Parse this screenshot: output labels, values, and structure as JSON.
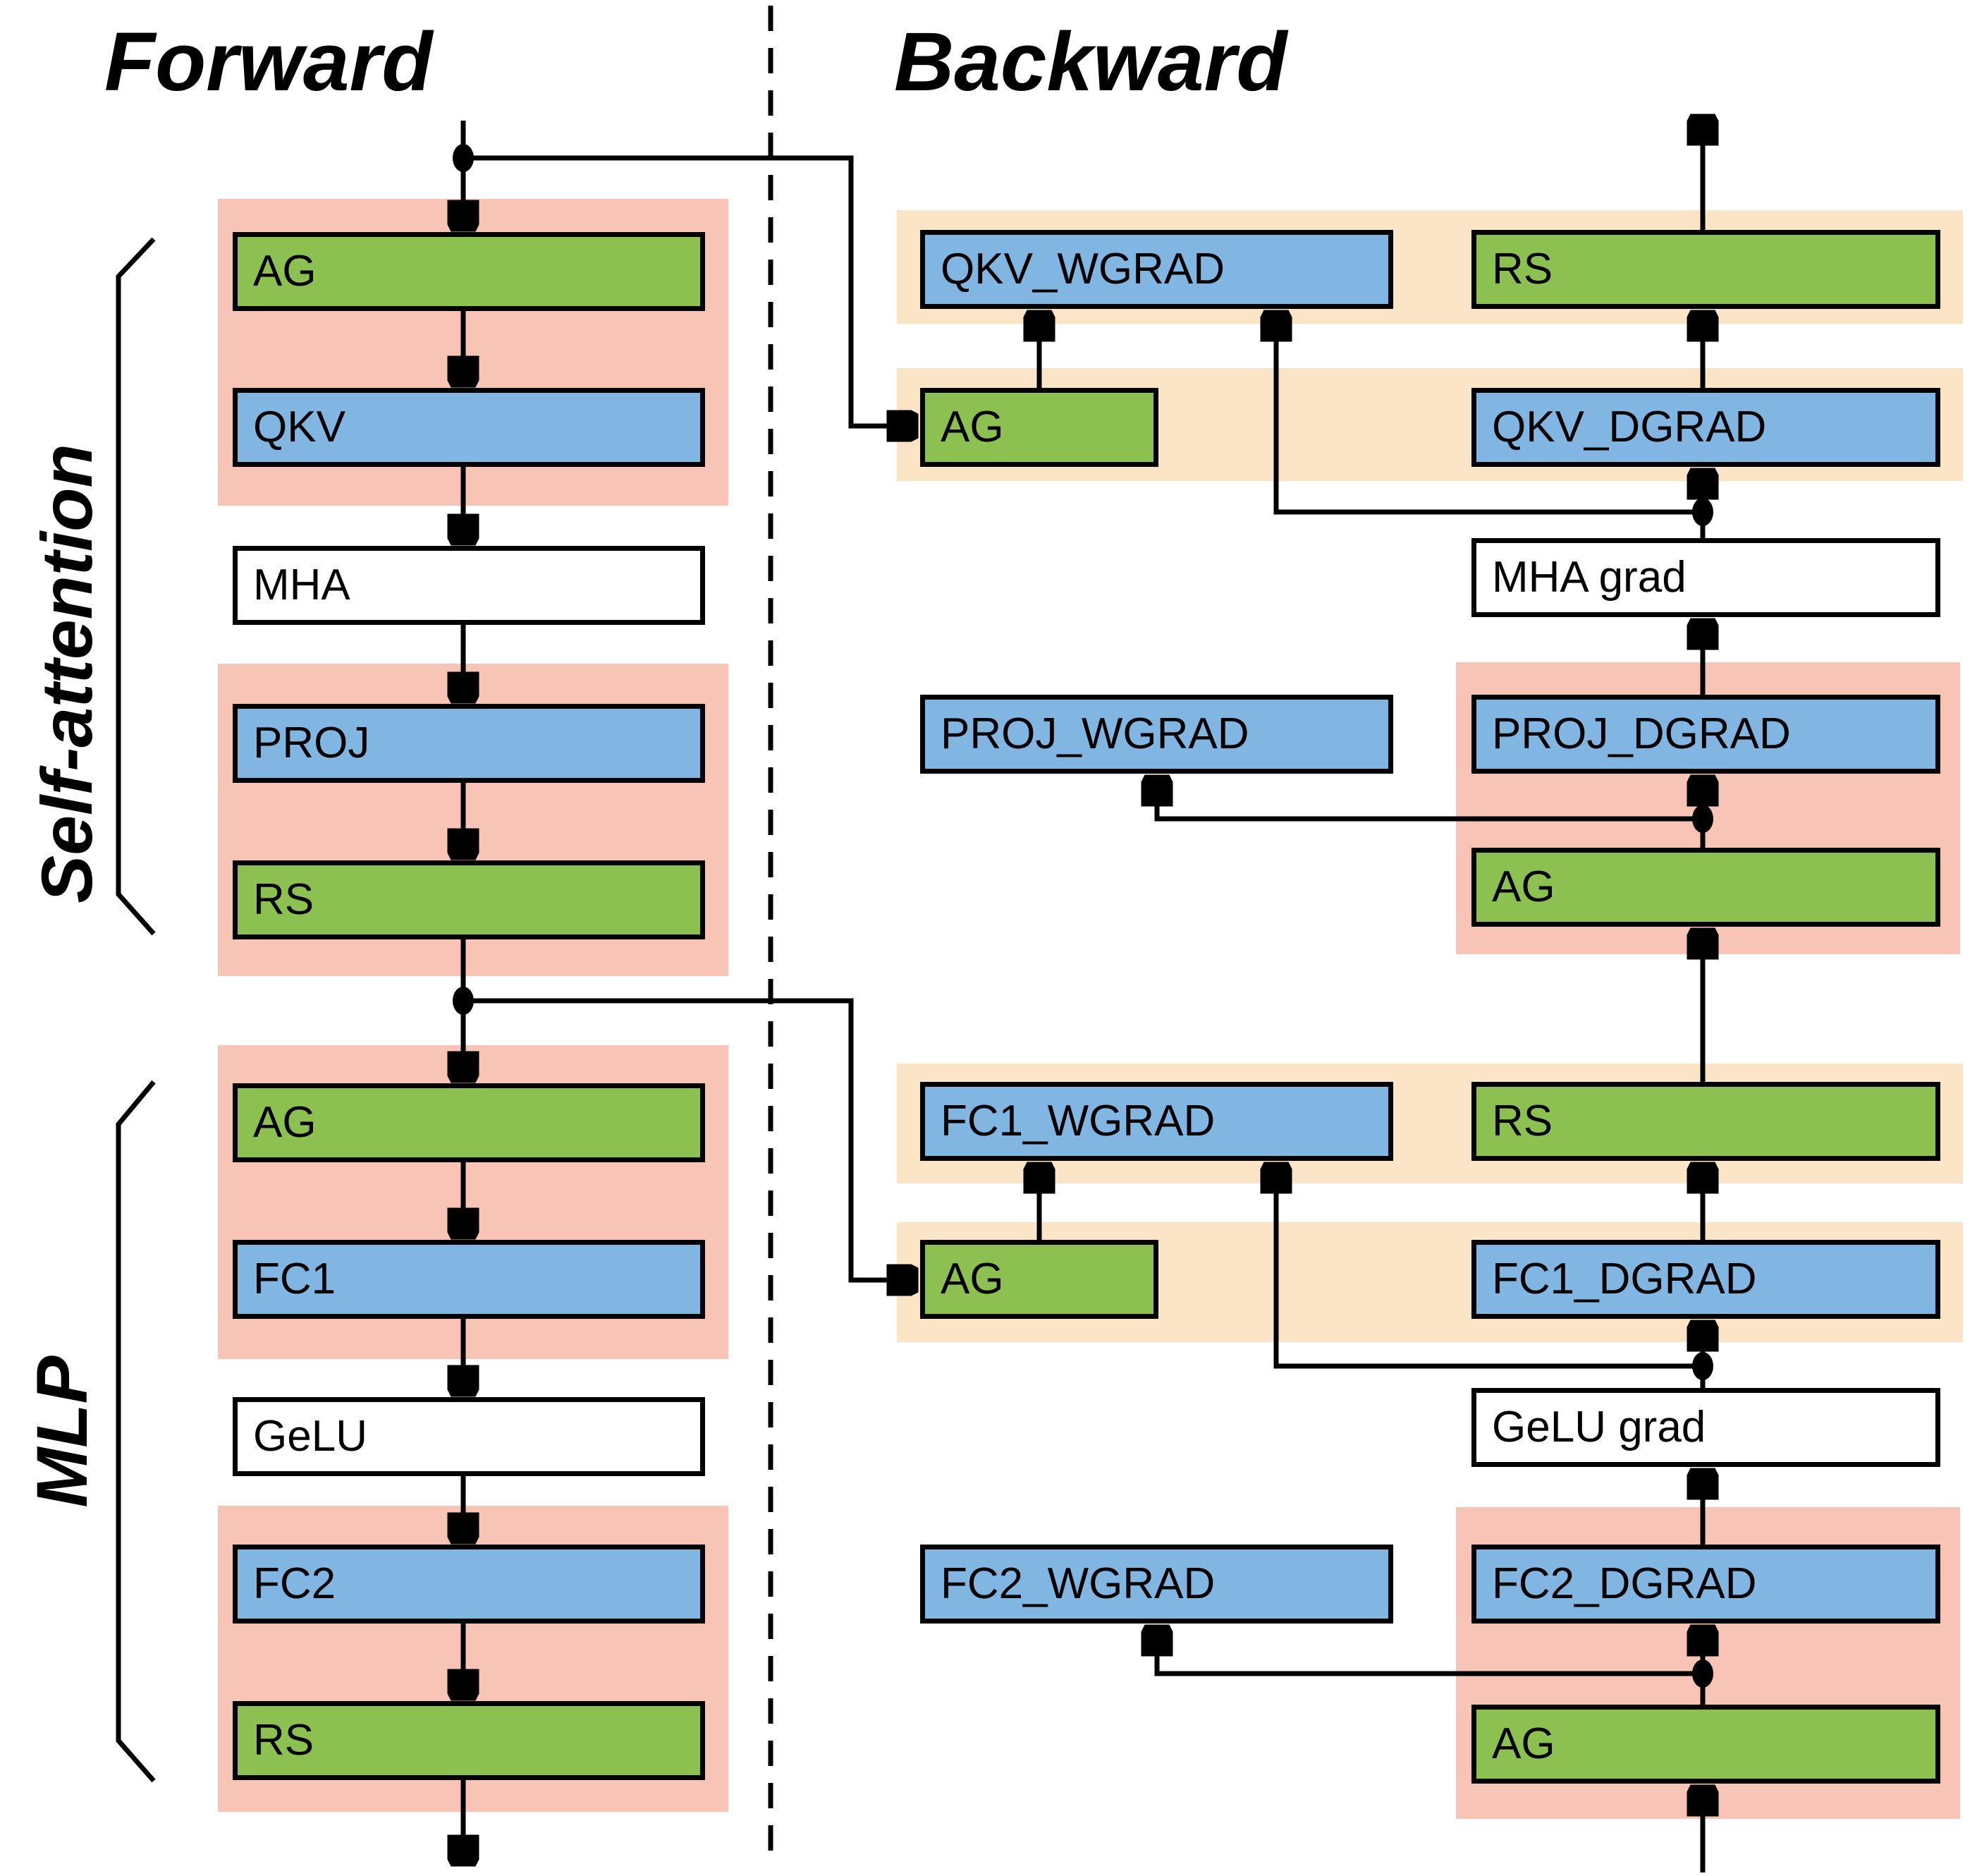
{
  "titles": {
    "forward": "Forward",
    "backward": "Backward"
  },
  "groups": {
    "self_attention": "Self-attention",
    "mlp": "MLP"
  },
  "legend_colors": {
    "comm_green": "#8CC152",
    "gemm_blue": "#82B6E2",
    "forward_block_pink": "#F8C4B6",
    "backward_block_tan": "#FBE5C6",
    "line_black": "#000000"
  },
  "forward": {
    "boxes": [
      {
        "label": "AG",
        "kind": "comm"
      },
      {
        "label": "QKV",
        "kind": "gemm"
      },
      {
        "label": "MHA",
        "kind": "op"
      },
      {
        "label": "PROJ",
        "kind": "gemm"
      },
      {
        "label": "RS",
        "kind": "comm"
      },
      {
        "label": "AG",
        "kind": "comm"
      },
      {
        "label": "FC1",
        "kind": "gemm"
      },
      {
        "label": "GeLU",
        "kind": "op"
      },
      {
        "label": "FC2",
        "kind": "gemm"
      },
      {
        "label": "RS",
        "kind": "comm"
      }
    ]
  },
  "backward": {
    "boxes": [
      {
        "label": "QKV_WGRAD",
        "kind": "gemm"
      },
      {
        "label": "RS",
        "kind": "comm"
      },
      {
        "label": "AG",
        "kind": "comm"
      },
      {
        "label": "QKV_DGRAD",
        "kind": "gemm"
      },
      {
        "label": "MHA grad",
        "kind": "op"
      },
      {
        "label": "PROJ_WGRAD",
        "kind": "gemm"
      },
      {
        "label": "PROJ_DGRAD",
        "kind": "gemm"
      },
      {
        "label": "AG",
        "kind": "comm"
      },
      {
        "label": "FC1_WGRAD",
        "kind": "gemm"
      },
      {
        "label": "RS",
        "kind": "comm"
      },
      {
        "label": "AG",
        "kind": "comm"
      },
      {
        "label": "FC1_DGRAD",
        "kind": "gemm"
      },
      {
        "label": "GeLU grad",
        "kind": "op"
      },
      {
        "label": "FC2_WGRAD",
        "kind": "gemm"
      },
      {
        "label": "FC2_DGRAD",
        "kind": "gemm"
      },
      {
        "label": "AG",
        "kind": "comm"
      }
    ]
  }
}
